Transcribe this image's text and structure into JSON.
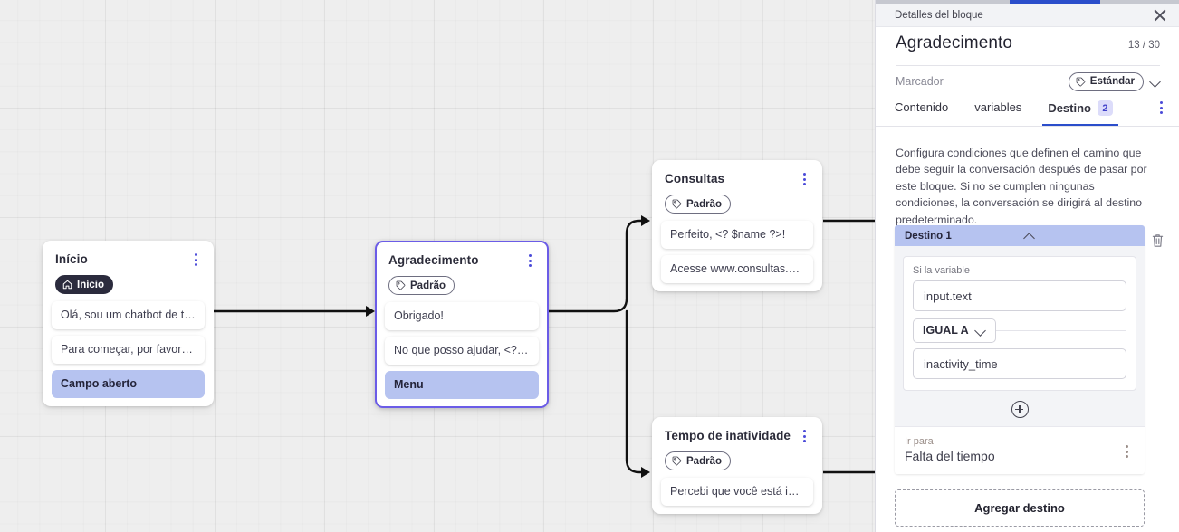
{
  "canvas": {
    "nodes": [
      {
        "id": "inicio",
        "title": "Início",
        "tag": "Início",
        "tag_icon": "home-icon",
        "tag_style": "dark",
        "selected": false,
        "messages": [
          {
            "text": "Olá, sou um chatbot de teste!",
            "highlight": false
          },
          {
            "text": "Para começar, por favor digite o ...",
            "highlight": false
          },
          {
            "text": "Campo aberto",
            "highlight": true
          }
        ]
      },
      {
        "id": "agradecimento",
        "title": "Agradecimento",
        "tag": "Padrão",
        "tag_icon": "tag-icon",
        "tag_style": "light",
        "selected": true,
        "messages": [
          {
            "text": "Obrigado!",
            "highlight": false
          },
          {
            "text": "No que posso ajudar, <? $name ...",
            "highlight": false
          },
          {
            "text": "Menu",
            "highlight": true
          }
        ]
      },
      {
        "id": "consultas",
        "title": "Consultas",
        "tag": "Padrão",
        "tag_icon": "tag-icon",
        "tag_style": "light",
        "selected": false,
        "messages": [
          {
            "text": "Perfeito, <? $name ?>!",
            "highlight": false
          },
          {
            "text": "Acesse www.consultas.com par...",
            "highlight": false
          }
        ]
      },
      {
        "id": "inatividade",
        "title": "Tempo de inatividade",
        "tag": "Padrão",
        "tag_icon": "tag-icon",
        "tag_style": "light",
        "selected": false,
        "messages": [
          {
            "text": "Percebi que você está inativo. C...",
            "highlight": false
          }
        ]
      }
    ]
  },
  "panel": {
    "header_title": "Detalles del bloque",
    "close_icon": "close-icon",
    "block_title": "Agradecimento",
    "char_count": "13 / 30",
    "marker_label": "Marcador",
    "marker_value": "Estándar",
    "marker_icon": "tag-icon",
    "marker_chevron": "chevron-down-icon",
    "tabs": [
      {
        "label": "Contenido",
        "count": null,
        "active": false
      },
      {
        "label": "variables",
        "count": null,
        "active": false
      },
      {
        "label": "Destino",
        "count": "2",
        "active": true
      }
    ],
    "overflow_icon": "kebab-menu-icon",
    "description": "Configura condiciones que definen el camino que debe seguir la conversación después de pasar por este bloque. Si no se cumplen ningunas condiciones, la conversación se dirigirá al destino predeterminado.",
    "destino": {
      "header": "Destino 1",
      "collapse_icon": "chevron-up-icon",
      "delete_icon": "trash-icon",
      "condition_label": "Si la variable",
      "variable_value": "input.text",
      "operator": "IGUAL A",
      "operator_chevron": "chevron-down-icon",
      "comparison_value": "inactivity_time",
      "add_condition_icon": "plus-icon",
      "goto_label": "Ir para",
      "goto_value": "Falta del tiempo",
      "goto_menu_icon": "kebab-menu-icon"
    },
    "add_destination_label": "Agregar destino"
  },
  "colors": {
    "accent_blue": "#2b4ecb",
    "node_selected": "#6b5ce7",
    "highlight": "#b6c3f0",
    "badge": "#dcdcfa"
  }
}
